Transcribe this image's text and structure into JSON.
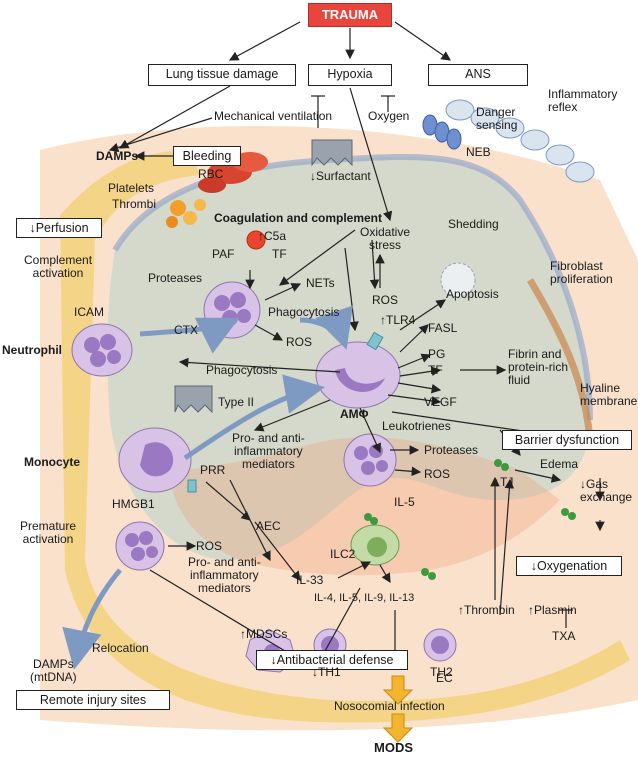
{
  "title": "TRAUMA",
  "boxes": {
    "lung": "Lung tissue damage",
    "hypoxia": "Hypoxia",
    "ans": "ANS",
    "bleeding": "Bleeding",
    "perfusion": "↓Perfusion",
    "barrier": "Barrier dysfunction",
    "oxygenation": "↓Oxygenation",
    "antibacterial": "↓Antibacterial defense",
    "remote": "Remote injury sites"
  },
  "labels": {
    "inflammatory_reflex": "Inflammatory\nreflex",
    "mechanical_ventilation": "Mechanical ventilation",
    "oxygen": "Oxygen",
    "danger_sensing": "Danger\nsensing",
    "neb": "NEB",
    "damps": "DAMPs",
    "rbc": "RBC",
    "platelets": "Platelets",
    "thrombi": "Thrombi",
    "surfactant": "↓Surfactant",
    "coag": "Coagulation and complement",
    "c5a": "↑C5a",
    "paf": "PAF",
    "tf1": "TF",
    "oxidative": "Oxidative\nstress",
    "shedding": "Shedding",
    "fibroblast": "Fibroblast\nproliferation",
    "complement_activation": "Complement\nactivation",
    "proteases1": "Proteases",
    "nets": "NETs",
    "ros1": "ROS",
    "tlr4": "↑TLR4",
    "apoptosis": "Apoptosis",
    "icam": "ICAM",
    "phagocytosis1": "Phagocytosis",
    "ros2": "ROS",
    "fasl": "FASL",
    "neutrophil": "Neutrophil",
    "ctx": "CTX",
    "phagocytosis2": "Phagocytosis",
    "pg": "PG",
    "tf2": "TF",
    "fibrin": "Fibrin and\nprotein-rich\nfluid",
    "type2": "Type II",
    "amphi": "AMΦ",
    "vegf": "VEGF",
    "hyaline": "Hyaline\nmembrane",
    "leukotrienes": "Leukotrienes",
    "pro_anti1": "Pro- and anti-\ninflammatory\nmediators",
    "monocyte": "Monocyte",
    "proteases2": "Proteases",
    "edema": "Edema",
    "prr": "PRR",
    "ros3": "ROS",
    "tj": "↓TJ",
    "gas": "↓Gas\nexchange",
    "hmgb1": "HMGB1",
    "il5a": "IL-5",
    "aec": "AEC",
    "premature": "Premature\nactivation",
    "ros4": "ROS",
    "ilc2": "ILC2",
    "pro_anti2": "Pro- and anti-\ninflammatory\nmediators",
    "il33": "IL-33",
    "il_list": "IL-4, IL-5, IL-9, IL-13",
    "thrombin": "↑Thrombin",
    "plasmin": "↑Plasmin",
    "txa": "TXA",
    "mdscs": "↑MDSCs",
    "th1": "↓TH1",
    "th2": "TH2",
    "relocation": "Relocation",
    "damps_mtdna": "DAMPs\n(mtDNA)",
    "ec": "EC",
    "nosocomial": "Nosocomial infection",
    "mods": "MODS"
  },
  "colors": {
    "trauma": "#e8453c",
    "alveolus": "#d4d9cc",
    "interstitium": "#f6c9a3",
    "vessel_wall": "#f2d27a",
    "cell": "#d8c3e6",
    "nucleus": "#9b79c2",
    "block_arrow": "#f3b530"
  }
}
